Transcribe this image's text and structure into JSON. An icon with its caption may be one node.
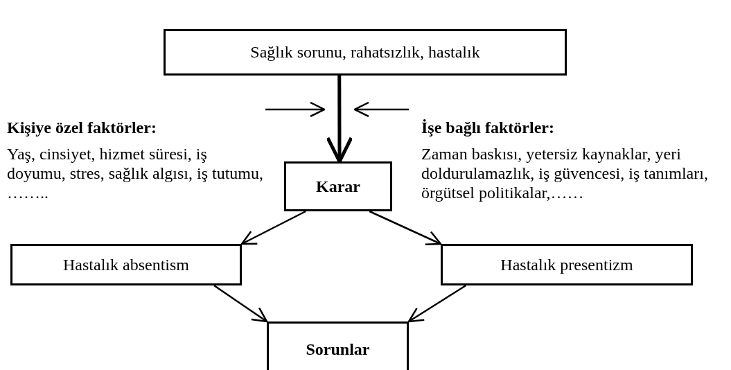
{
  "diagram": {
    "nodes": [
      {
        "text": [
          "Sağlık sorunu, rahatsızlık, hastalık"
        ]
      },
      {
        "text": [
          "Kişiye özel faktörler:",
          "Yaş, cinsiyet, hizmet süresi, iş doyumu, stres, sağlık algısı, iş tutumu, …….."
        ]
      },
      {
        "text": [
          "İşe bağlı faktörler:",
          "Zaman baskısı, yetersiz kaynaklar, yeri doldurulamazlık, iş güvencesi, iş tanımları, örgütsel politikalar,……"
        ]
      },
      {
        "text": [
          "Karar"
        ]
      },
      {
        "text": [
          "Hastalık absentism"
        ]
      },
      {
        "text": [
          "Hastalık presentizm"
        ]
      },
      {
        "text": [
          "Sorunlar"
        ]
      }
    ],
    "edges": [
      {
        "from": 0,
        "to": 3,
        "arrow": "to",
        "style": "thick"
      },
      {
        "from": 1,
        "to": null,
        "arrow": "to"
      },
      {
        "from": 2,
        "to": null,
        "arrow": "to"
      },
      {
        "from": 3,
        "to": 4,
        "arrow": "to"
      },
      {
        "from": 3,
        "to": 5,
        "arrow": "to"
      },
      {
        "from": 4,
        "to": 6,
        "arrow": "to"
      },
      {
        "from": 5,
        "to": 6,
        "arrow": "to"
      }
    ]
  }
}
